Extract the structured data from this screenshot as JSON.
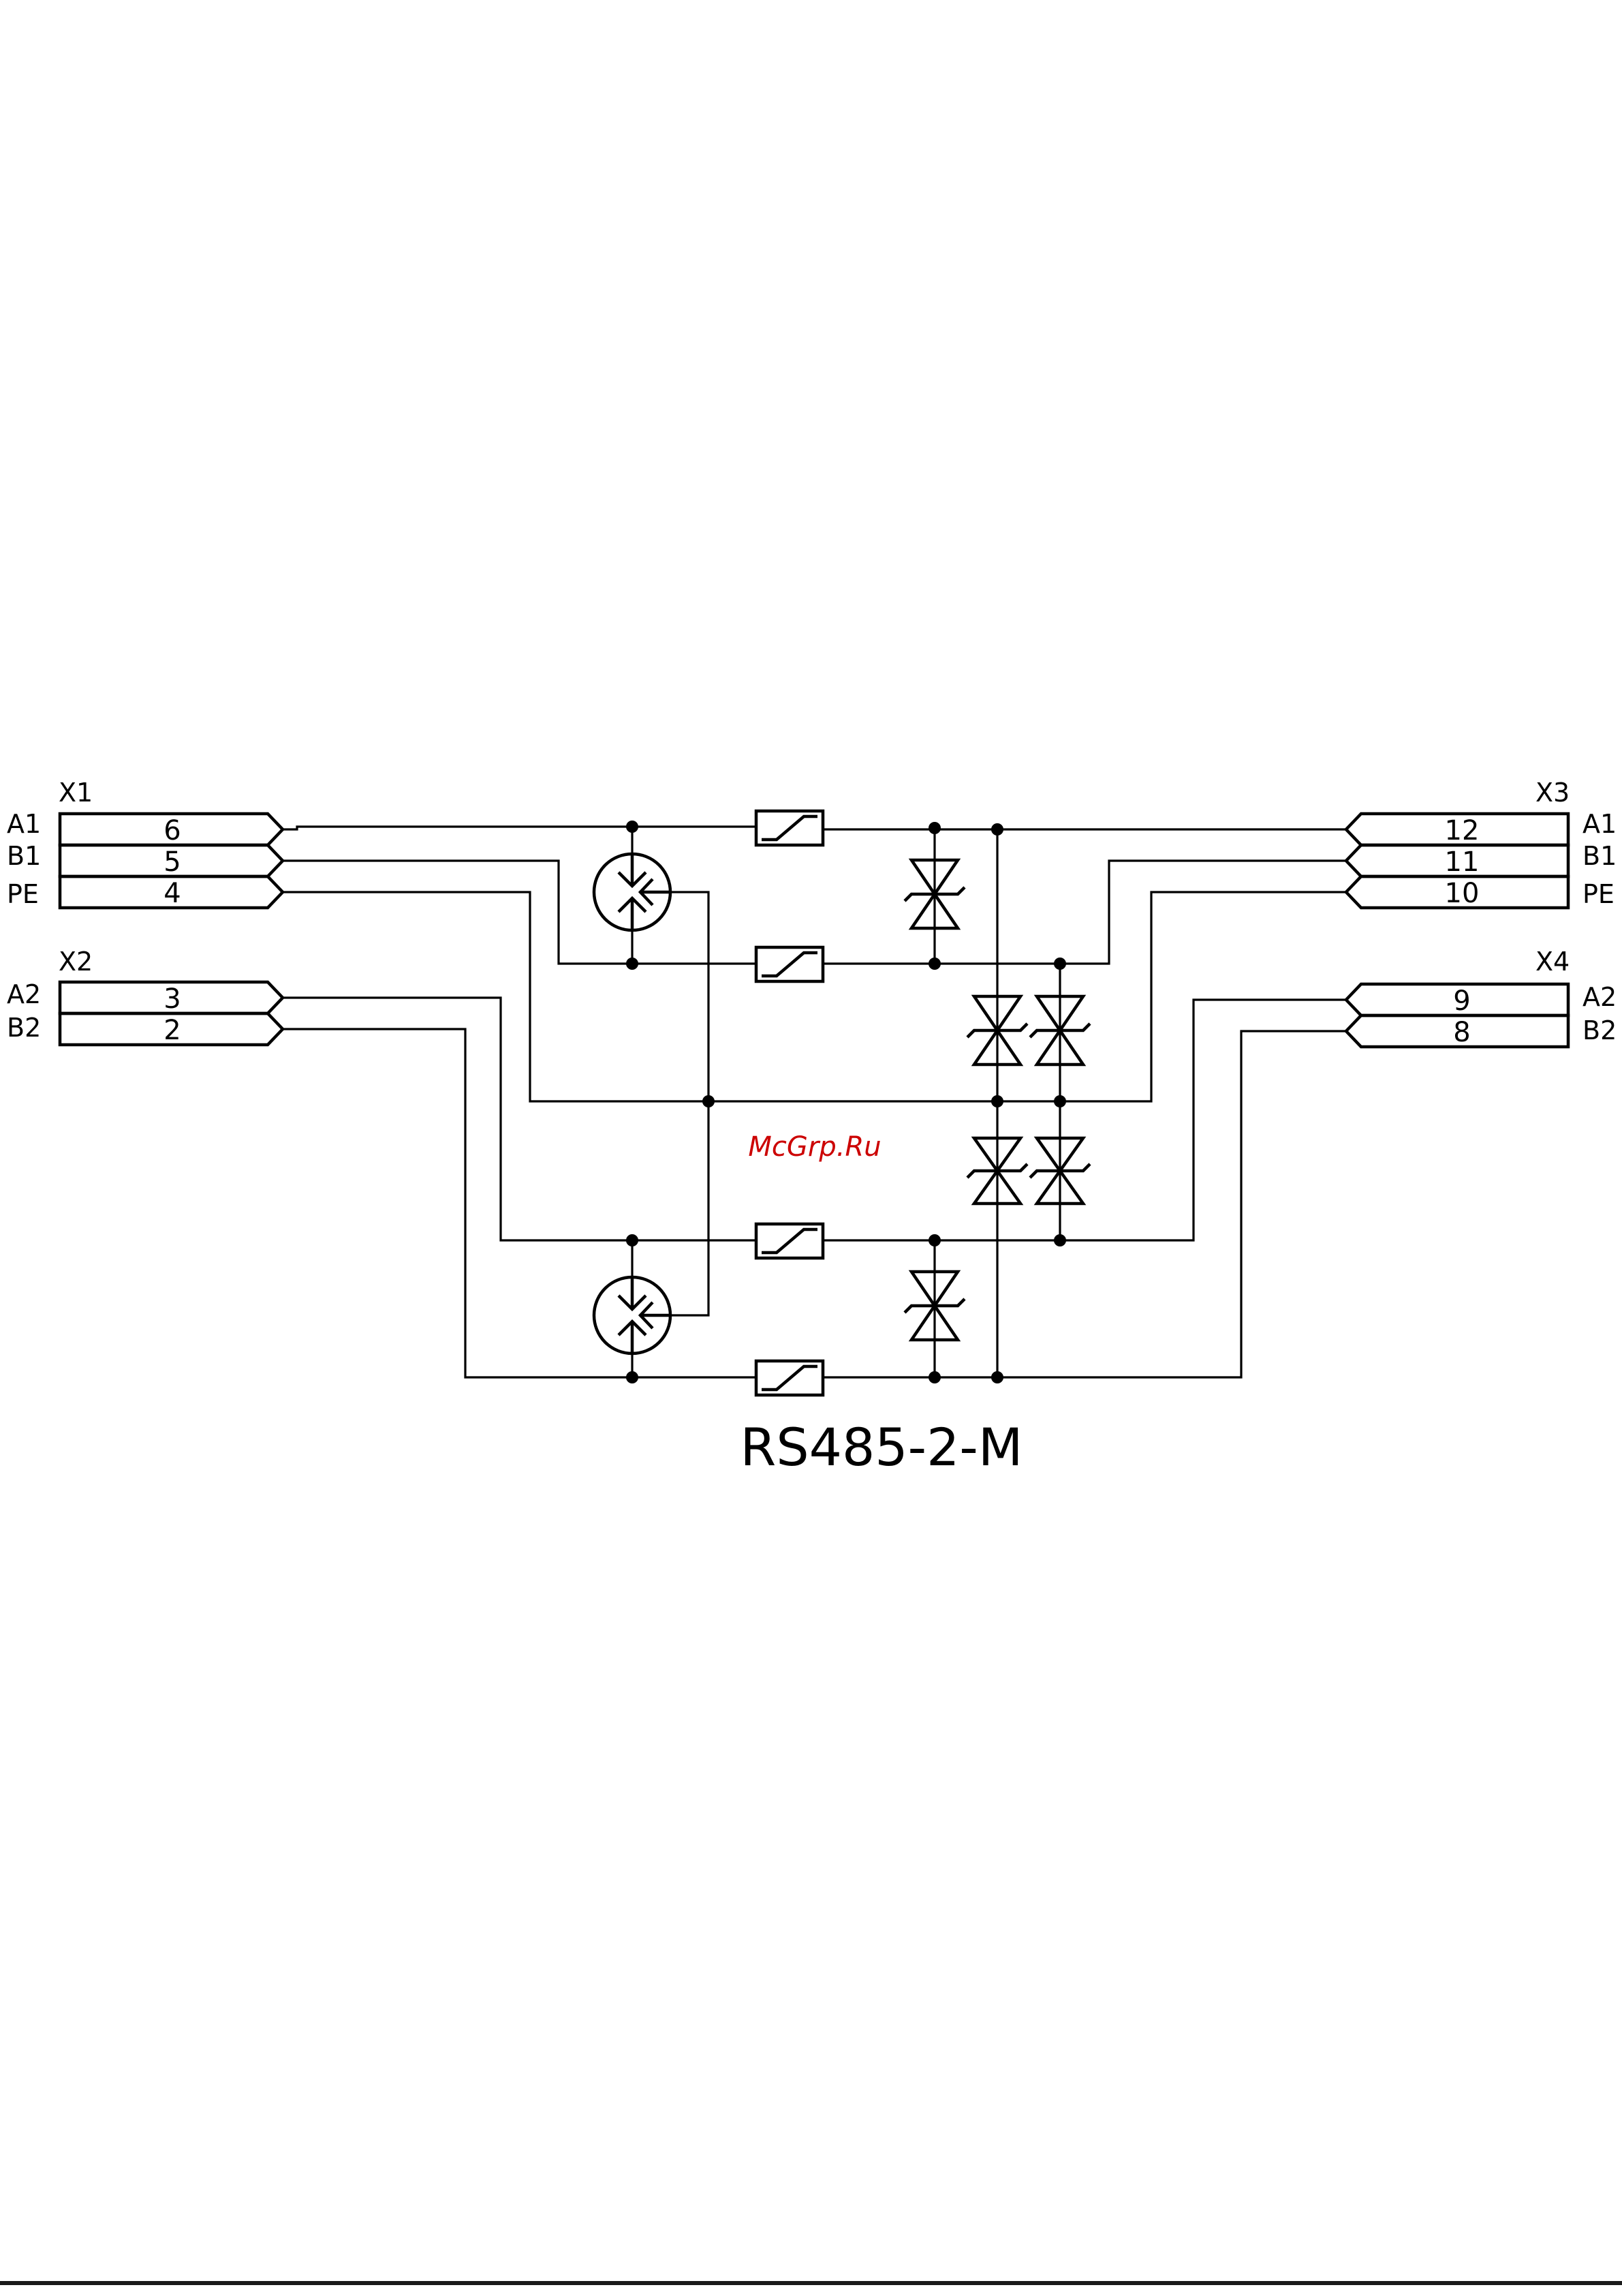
{
  "diagram_title": "RS485-2-M",
  "watermark": "McGrp.Ru",
  "connectors": {
    "x1": {
      "name": "X1",
      "signals": [
        "A1",
        "B1",
        "PE"
      ],
      "pins": [
        "6",
        "5",
        "4"
      ]
    },
    "x2": {
      "name": "X2",
      "signals": [
        "A2",
        "B2"
      ],
      "pins": [
        "3",
        "2"
      ]
    },
    "x3": {
      "name": "X3",
      "signals": [
        "A1",
        "B1",
        "PE"
      ],
      "pins": [
        "12",
        "11",
        "10"
      ]
    },
    "x4": {
      "name": "X4",
      "signals": [
        "A2",
        "B2"
      ],
      "pins": [
        "9",
        "8"
      ]
    }
  },
  "colors": {
    "ink": "#000000",
    "watermark": "#cc0000",
    "background": "#ffffff"
  }
}
